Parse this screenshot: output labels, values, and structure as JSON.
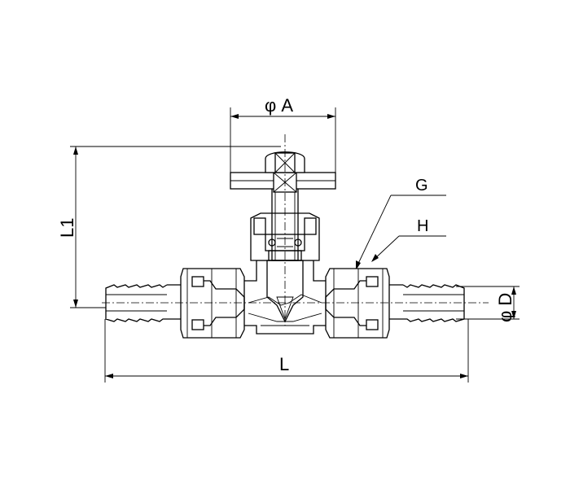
{
  "labels": {
    "phi_a": "φ A",
    "l1": "L1",
    "l": "L",
    "g": "G",
    "h": "H",
    "phi_d": "φ D"
  }
}
